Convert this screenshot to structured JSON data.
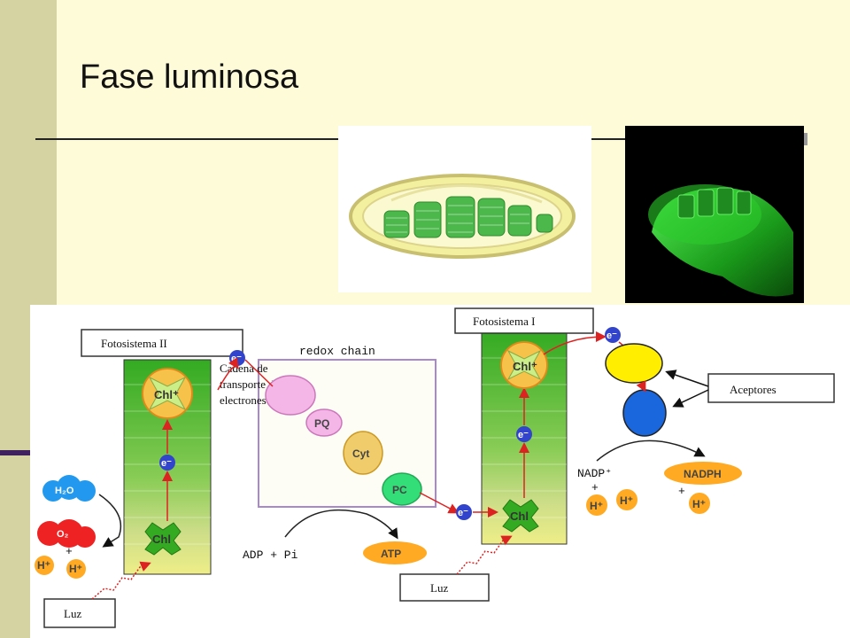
{
  "slide": {
    "title": "Fase luminosa"
  },
  "diagram": {
    "fotosistema_ii": "Fotosistema II",
    "fotosistema_i": "Fotosistema I",
    "redox_chain": "redox chain",
    "cadena_line1": "Cadena de",
    "cadena_line2": "transporte de",
    "cadena_line3": "electrones",
    "pq": "PQ",
    "cyt": "Cyt",
    "pc": "PC",
    "chl": "Chl",
    "chl_plus": "Chl⁺",
    "electron": "e⁻",
    "h2o": "H₂O",
    "o2": "O₂",
    "h_plus": "H⁺",
    "plus_sign": "+",
    "adp_pi": "ADP + Pi",
    "atp": "ATP",
    "luz": "Luz",
    "aceptores": "Aceptores",
    "nadp_plus": "NADP⁺",
    "nadph": "NADPH"
  },
  "colors": {
    "slide_background": "#fefbd8",
    "sidebar": "#d6d3a3",
    "electron_blue": "#3344cc",
    "arrow_red": "#dd2222",
    "chl_green": "#33aa22",
    "orange_pill": "#ffaa22"
  }
}
